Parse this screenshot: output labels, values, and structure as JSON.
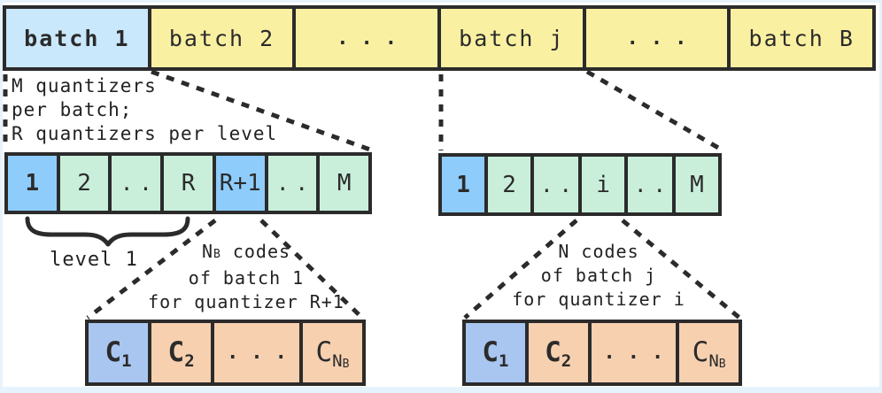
{
  "colors": {
    "border": "#2b2b2b",
    "batch_highlight_blue": "#c9e8fb",
    "batch_yellow": "#faf0a2",
    "quantizer_highlight_blue": "#8ecdfb",
    "quantizer_green": "#c9efdb",
    "code_highlight_blue": "#a9c6f0",
    "code_salmon": "#f7d0b0",
    "page_edge_blue": "#e7f3fc"
  },
  "top_row": {
    "cells": [
      {
        "label": "batch 1"
      },
      {
        "label": "batch 2"
      },
      {
        "label": "..."
      },
      {
        "label": "batch j"
      },
      {
        "label": "..."
      },
      {
        "label": "batch B"
      }
    ]
  },
  "left_quantizer_row": {
    "cells": [
      "1",
      "2",
      "..",
      "R",
      "R+1",
      "..",
      "M"
    ]
  },
  "right_quantizer_row": {
    "cells": [
      "1",
      "2",
      "..",
      "i",
      "..",
      "M"
    ]
  },
  "left_codes_row": {
    "cells": [
      {
        "main": "C",
        "sub": "1"
      },
      {
        "main": "C",
        "sub": "2"
      },
      {
        "dots": "..."
      },
      {
        "main": "C",
        "sub": "N",
        "subsub": "B"
      }
    ]
  },
  "right_codes_row": {
    "cells": [
      {
        "main": "C",
        "sub": "1"
      },
      {
        "main": "C",
        "sub": "2"
      },
      {
        "dots": "..."
      },
      {
        "main": "C",
        "sub": "N",
        "subsub": "B"
      }
    ]
  },
  "notes": {
    "quantizers_per_batch": {
      "line1": "M quantizers",
      "line2": "per batch;",
      "line3": "R quantizers per level"
    },
    "level_label": "level 1",
    "left_codes": {
      "line1_pre": "N",
      "line1_sub": "B",
      "line1_post": " codes",
      "line2": "of batch 1",
      "line3": "for quantizer R+1"
    },
    "right_codes": {
      "line1": "N codes",
      "line2": "of batch j",
      "line3": "for quantizer i"
    }
  }
}
